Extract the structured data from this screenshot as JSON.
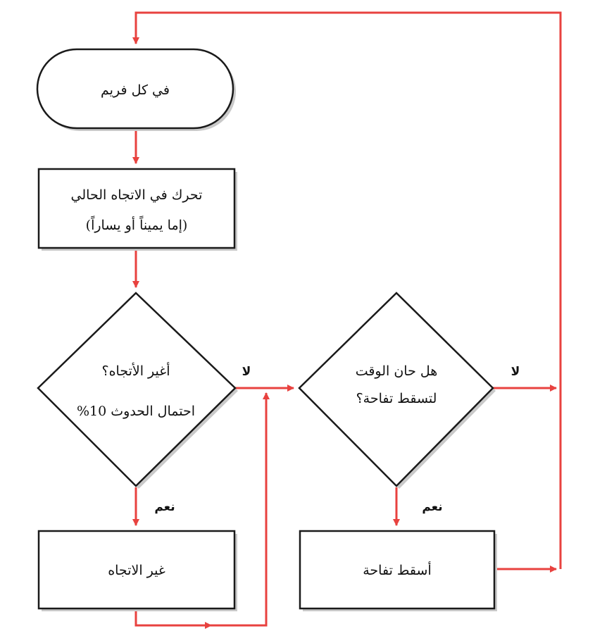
{
  "colors": {
    "arrow": "#e8423f",
    "stroke": "#1a1a1a",
    "shadow": "#c9c9c9",
    "fill": "#ffffff"
  },
  "nodes": {
    "start": {
      "line1": "في كل فريم"
    },
    "move": {
      "line1": "تحرك في الاتجاه الحالي",
      "line2": "(إما يميناً أو يساراً)"
    },
    "change_decision": {
      "line1": "أغير الأتجاه؟",
      "line2": "احتمال الحدوث 10%"
    },
    "change_action": {
      "line1": "غير الاتجاه"
    },
    "apple_decision": {
      "line1": "هل حان الوقت",
      "line2": "لتسقط تفاحة؟"
    },
    "apple_action": {
      "line1": "أسقط تفاحة"
    }
  },
  "edge_labels": {
    "change_no": "لا",
    "change_yes": "نعم",
    "apple_no": "لا",
    "apple_yes": "نعم"
  }
}
